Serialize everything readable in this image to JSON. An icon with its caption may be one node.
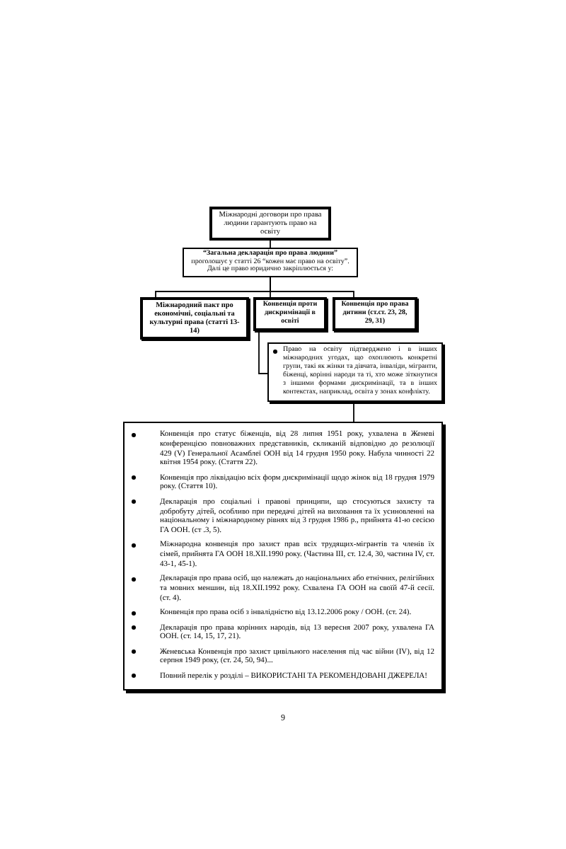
{
  "diagram": {
    "nodes": [
      {
        "text": [
          "Міжнародні договори про права людини гарантують право на освіту"
        ]
      },
      {
        "text": [
          "**“Загальна декларація про права людини”** проголошує у статті 26 “кожен має право на освіту”. Далі це право юридично закріплюється у:"
        ]
      },
      {
        "text": [
          "Міжнародний пакт про економічні, соціальні та культурні права (статті 13-14)"
        ]
      },
      {
        "text": [
          "Конвенція проти дискримінації в освіті"
        ]
      },
      {
        "text": [
          "Конвенція про права дитини (ст.ст. 23, 28, 29, 31)"
        ]
      },
      {
        "text": [
          "Право на освіту підтверджено і в інших міжнародних угодах, що охоплюють конкретні групи, такі як жінки та дівчата, інваліди, мігранти, біженці, корінні народи та ті, хто може зіткнутися з іншими формами дискримінації, та в інших контекстах, наприклад, освіта у зонах конфлікту."
        ]
      },
      {
        "text": [
          "Конвенція про статус біженців, від 28 липня 1951 року, ухвалена в Женеві конференцією повноважних представників, скликаній відповідно до резолюції 429 (V) Генеральної Асамблеї ООН від 14 грудня 1950 року. Набула чинності 22 квітня 1954 року. (Стаття 22).",
          "Конвенція про ліквідацію всіх форм дискримінації щодо жінок від 18 грудня 1979 року. (Стаття 10).",
          "Декларація про соціальні і правові принципи, що стосуються захисту та добробуту дітей, особливо при передачі дітей на виховання та їх усиновленні на національному і міжнародному рівнях від 3 грудня 1986 р., прийнята 41-ю сесією ГА ООН. (ст .3, 5).",
          "Міжнародна конвенція про захист прав всіх трудящих-мігрантів та членів їх сімей, прийнята ГА ООН 18.XII.1990 року. (Частина III, ст. 12.4, 30, частина IV, ст. 43-1, 45-1).",
          "Декларація про права осіб, що належать до національних або етнічних, релігійних та мовних меншин, від 18.XII.1992 року. Схвалена ГА ООН на своїй 47-й сесії. (ст. 4).",
          "Конвенція про права осіб з інвалідністю від 13.12.2006 року / ООН. (ст. 24).",
          "Декларація про права корінних народів, від 13 вересня 2007 року, ухвалена ГА ООН. (ст. 14, 15, 17, 21).",
          "Женевська Конвенція про захист цивільного населення під час війни (IV), від 12 серпня 1949 року, (ст. 24, 50, 94)...",
          "Повний перелік у розділі – ВИКОРИСТАНІ ТА РЕКОМЕНДОВАНІ ДЖЕРЕЛА!"
        ]
      }
    ],
    "edges": [
      {
        "from": 0,
        "to": 1,
        "arrow": "none"
      },
      {
        "from": 1,
        "to": 2,
        "arrow": "none"
      },
      {
        "from": 1,
        "to": 3,
        "arrow": "none"
      },
      {
        "from": 1,
        "to": 4,
        "arrow": "none"
      },
      {
        "from": 3,
        "to": 5,
        "arrow": "none"
      },
      {
        "from": 5,
        "to": 6,
        "arrow": "none"
      }
    ],
    "labels": [
      "9"
    ]
  }
}
